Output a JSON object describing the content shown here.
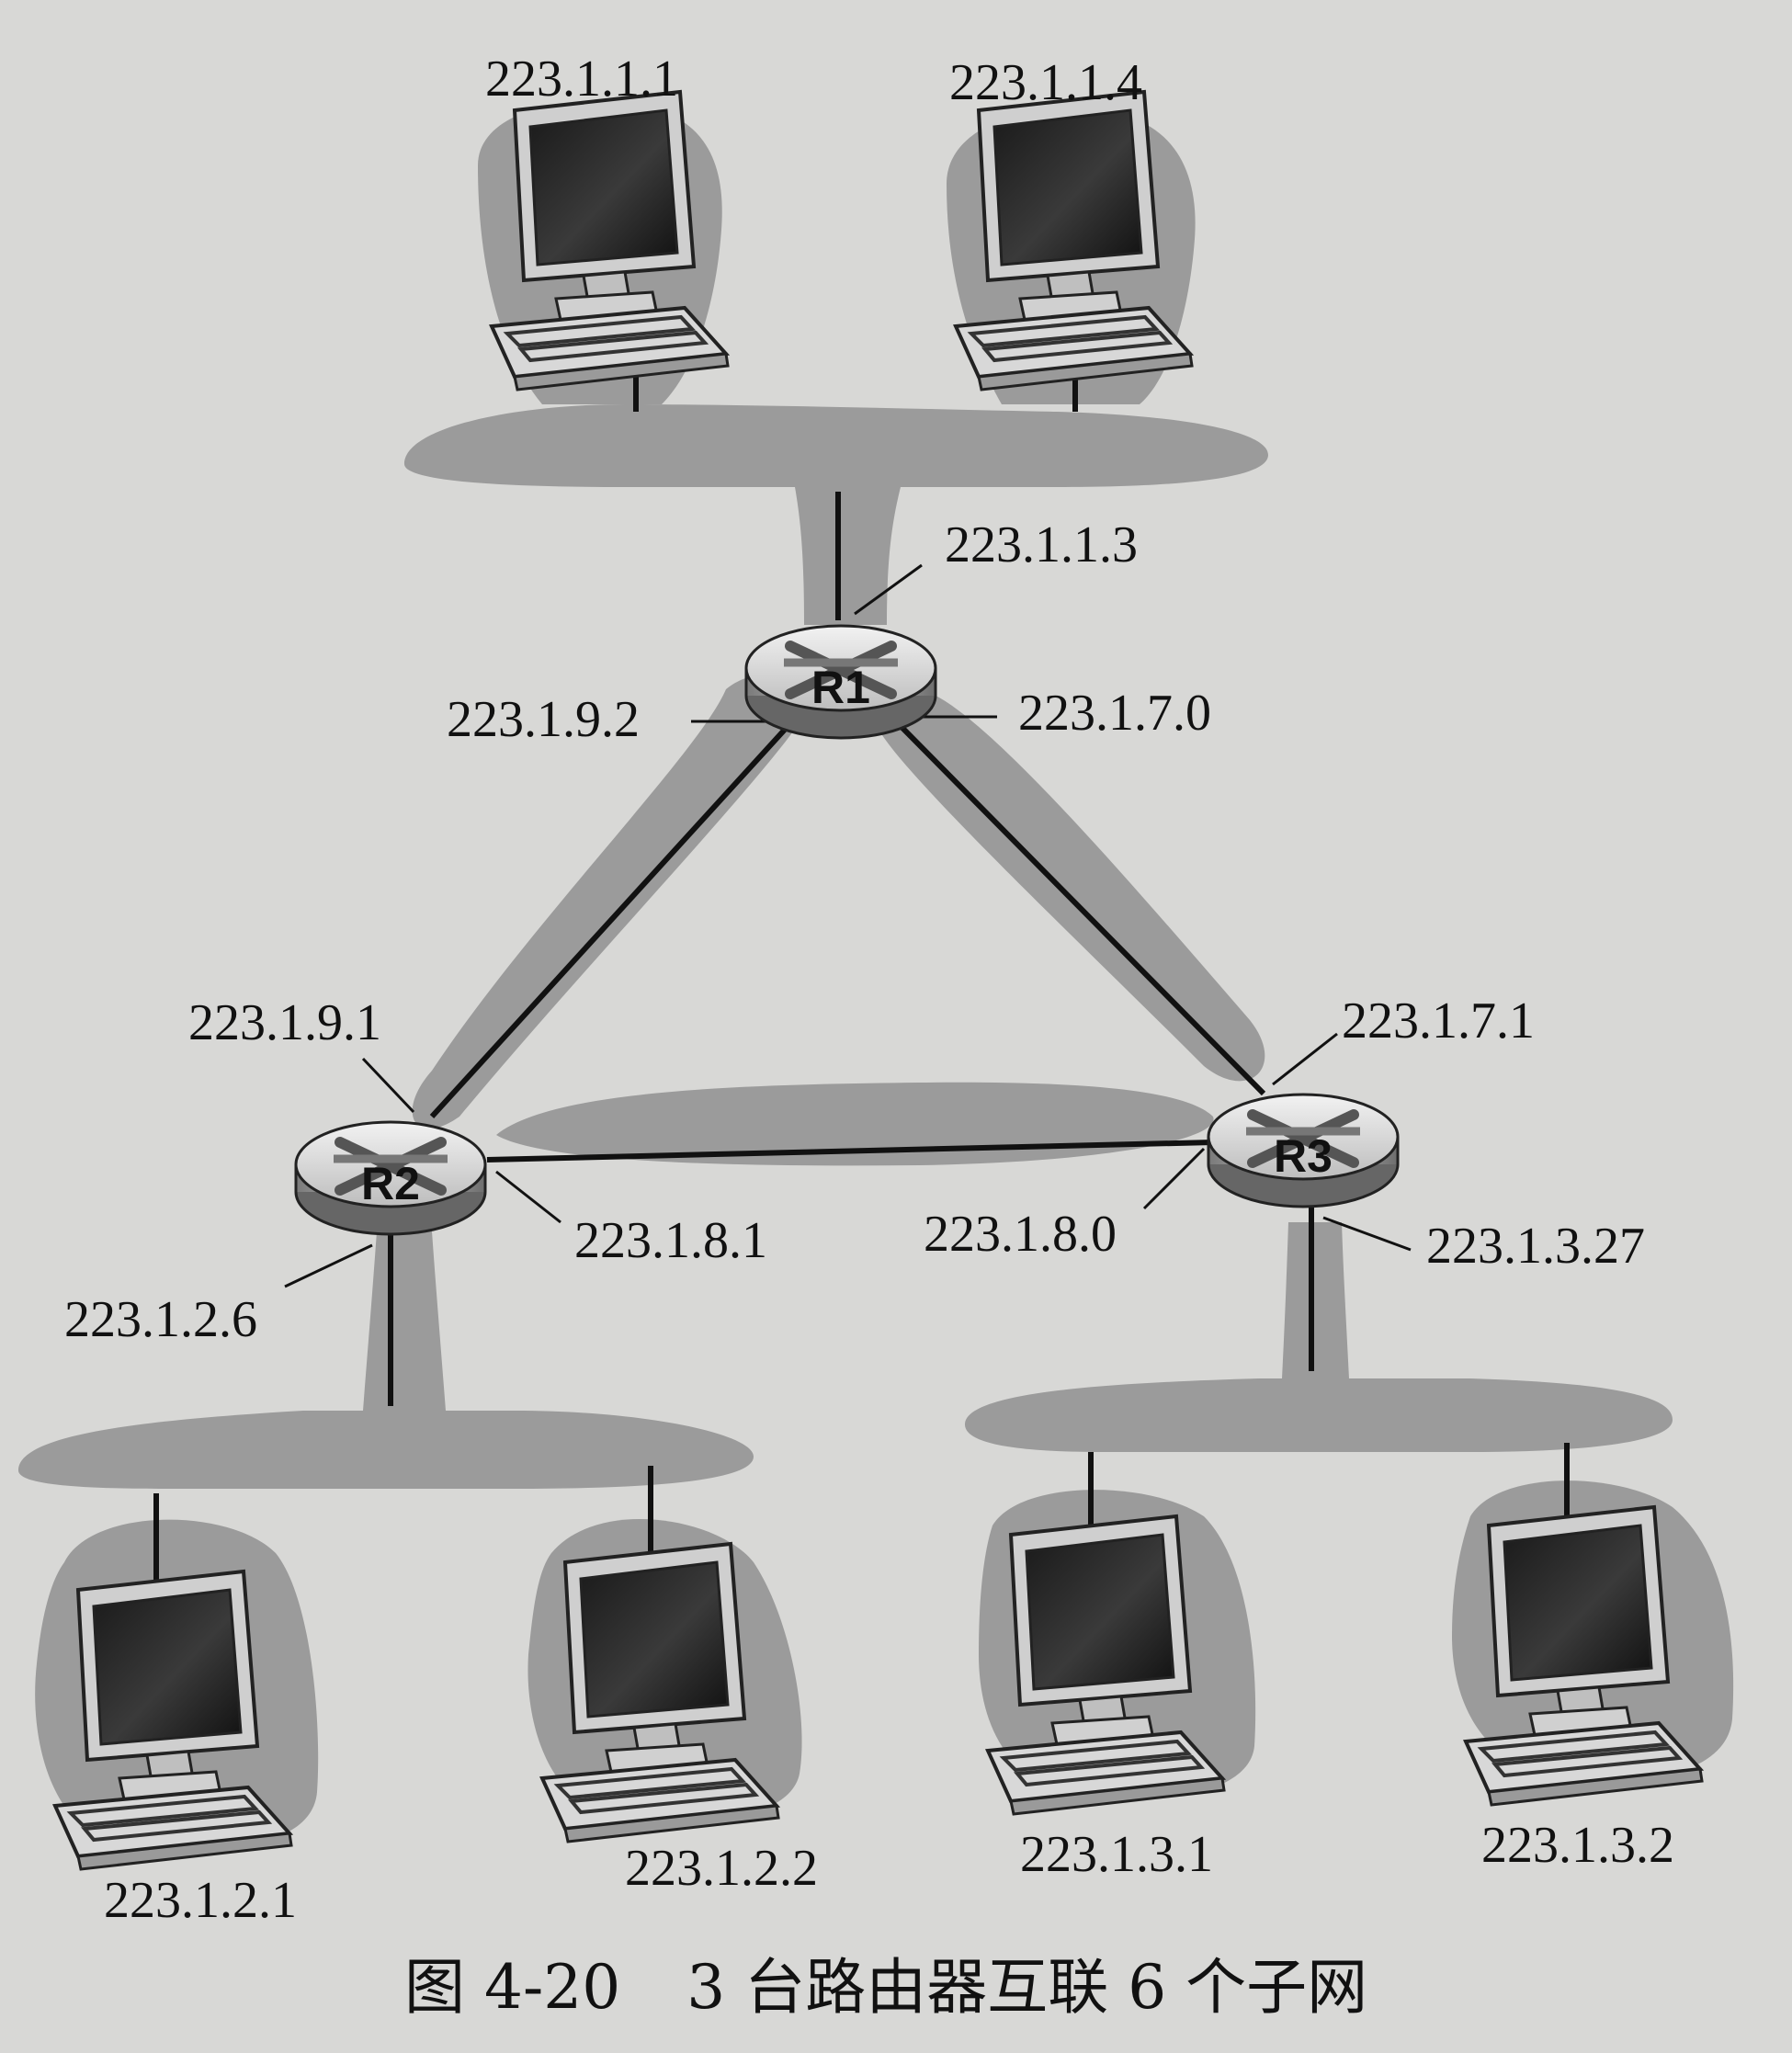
{
  "routers": {
    "r1": {
      "name": "R1"
    },
    "r2": {
      "name": "R2"
    },
    "r3": {
      "name": "R3"
    }
  },
  "interfaces": {
    "r1_top": "223.1.1.3",
    "r1_left": "223.1.9.2",
    "r1_right": "223.1.7.0",
    "r2_top": "223.1.9.1",
    "r2_right": "223.1.8.1",
    "r2_bottom": "223.1.2.6",
    "r3_top": "223.1.7.1",
    "r3_left": "223.1.8.0",
    "r3_bottom": "223.1.3.27"
  },
  "hosts": {
    "h1": "223.1.1.1",
    "h2": "223.1.1.4",
    "h3": "223.1.2.1",
    "h4": "223.1.2.2",
    "h5": "223.1.3.1",
    "h6": "223.1.3.2"
  },
  "caption": {
    "number": "图 4-20",
    "text": "3 台路由器互联 6 个子网"
  },
  "colors": {
    "background": "#d8d8d6",
    "subnet_shading": "#9b9b9b",
    "line": "#111111"
  }
}
